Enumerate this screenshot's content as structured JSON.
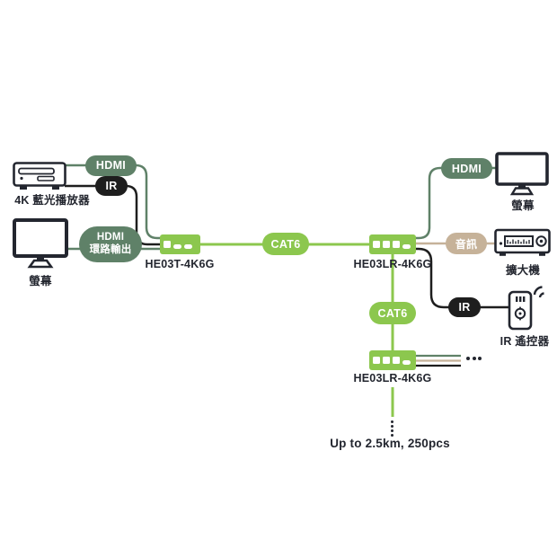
{
  "colors": {
    "bright_green": "#8CC74E",
    "sage_green": "#5F8168",
    "tan": "#C6B299",
    "black": "#1E1E1E",
    "text": "#23262F"
  },
  "pills": {
    "hdmi_left": "HDMI",
    "ir_left": "IR",
    "loop_line1": "HDMI",
    "loop_line2": "環路輸出",
    "cat6_main": "CAT6",
    "hdmi_right": "HDMI",
    "audio": "音訊",
    "ir_right": "IR",
    "cat6_chain": "CAT6"
  },
  "labels": {
    "bluray": "4K 藍光播放器",
    "monitor_left": "螢幕",
    "transmitter_model": "HE03T-4K6G",
    "receiver1_model": "HE03LR-4K6G",
    "monitor_right": "螢幕",
    "amplifier": "擴大機",
    "ir_remote": "IR 遙控器",
    "receiver2_model": "HE03LR-4K6G",
    "capacity_note": "Up to 2.5km, 250pcs"
  },
  "icons": {
    "bluray_player": "bluray-player-icon",
    "monitor_left": "monitor-icon",
    "monitor_right": "monitor-icon",
    "amplifier": "amplifier-icon",
    "ir_remote": "remote-control-icon",
    "more_outputs": "horizontal-ellipsis-dots",
    "continuation": "vertical-ellipsis-dots"
  }
}
